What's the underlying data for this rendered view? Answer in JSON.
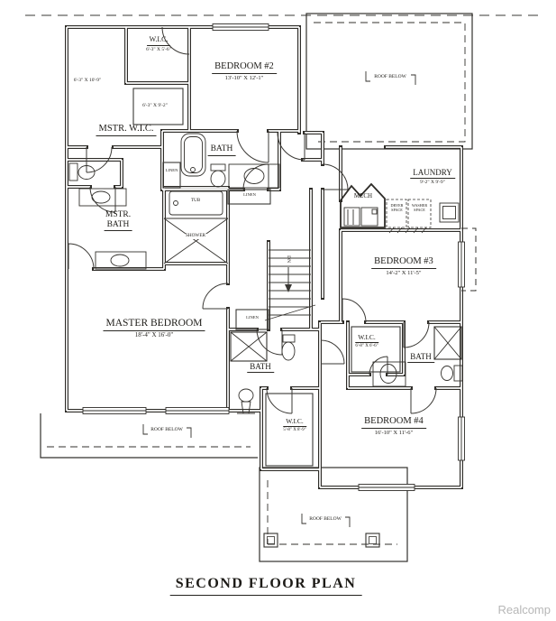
{
  "plan": {
    "title": "SECOND FLOOR PLAN",
    "watermark": "Realcomp",
    "rooms": {
      "wic_top": {
        "name": "W.I.C.",
        "dims": "6'-3\" X 5'-6\""
      },
      "bedroom2": {
        "name": "BEDROOM #2",
        "dims": "13'-10\" X 12'-1\""
      },
      "mstr_wic": {
        "name": "MSTR. W.I.C.",
        "dim_left": "6'-3\" X 10'-9\"",
        "dim_right": "6'-3\" X 9'-2\""
      },
      "hall_bath": {
        "name": "BATH"
      },
      "mstr_bath": {
        "line1": "MSTR.",
        "line2": "BATH"
      },
      "master_bedroom": {
        "name": "MASTER BEDROOM",
        "dims": "18'-4\" X 16'-0\""
      },
      "laundry": {
        "name": "LAUNDRY",
        "dims": "9'-2\" X 9'-9\""
      },
      "mech": {
        "name": "MECH"
      },
      "bedroom3": {
        "name": "BEDROOM #3",
        "dims": "14'-2\" X 11'-5\""
      },
      "wic_bed4": {
        "name": "W.I.C.",
        "dims": "6'-8\" X 6'-6\""
      },
      "bath_bed4": {
        "name": "BATH"
      },
      "lower_bath": {
        "name": "BATH"
      },
      "lower_wic": {
        "name": "W.I.C.",
        "dims": "5'-8\" X 8'-9\""
      },
      "bedroom4": {
        "name": "BEDROOM #4",
        "dims": "16'-10\" X 11'-6\""
      }
    },
    "annotations": {
      "roof_below": "ROOF BELOW",
      "linen": "LINEN",
      "tub": "TUB",
      "shower": "SHOWER",
      "dn": "DN",
      "dryer": [
        "DRYER",
        "SPACE"
      ],
      "washer": [
        "WASHER",
        "SPACE"
      ]
    },
    "colors": {
      "wall": "#2e2c28",
      "paper": "#ffffff",
      "watermark": "#b7b7b7"
    }
  }
}
